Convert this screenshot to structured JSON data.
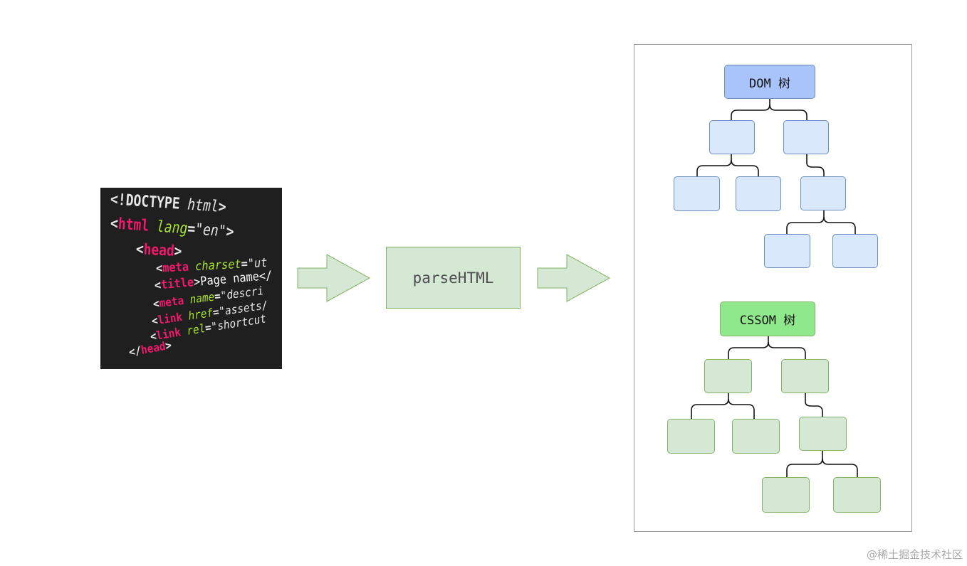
{
  "code": {
    "lines": [
      {
        "punct_open": "<!",
        "tag": "DOCTYPE",
        "attr": "",
        "eq": "",
        "str": " html",
        "text": "",
        "punct_close": ">"
      },
      {
        "punct_open": "<",
        "tag": "html",
        "attr": " lang",
        "eq": "=",
        "str": "\"en\"",
        "text": "",
        "punct_close": ">"
      },
      {
        "punct_open": "<",
        "tag": "head",
        "attr": "",
        "eq": "",
        "str": "",
        "text": "",
        "punct_close": ">"
      },
      {
        "punct_open": "<",
        "tag": "meta",
        "attr": " charset",
        "eq": "=",
        "str": "\"ut",
        "text": "",
        "punct_close": ""
      },
      {
        "punct_open": "<",
        "tag": "title",
        "attr": "",
        "eq": "",
        "str": "",
        "text": ">Page name</",
        "punct_close": ""
      },
      {
        "punct_open": "<",
        "tag": "meta",
        "attr": " name",
        "eq": "=",
        "str": "\"descri",
        "text": "",
        "punct_close": ""
      },
      {
        "punct_open": "<",
        "tag": "link",
        "attr": " href",
        "eq": "=",
        "str": "\"assets/",
        "text": "",
        "punct_close": ""
      },
      {
        "punct_open": "<",
        "tag": "link",
        "attr": " rel",
        "eq": "=",
        "str": "\"shortcut",
        "text": "",
        "punct_close": ""
      },
      {
        "punct_open": "</",
        "tag": "head",
        "attr": "",
        "eq": "",
        "str": "",
        "text": "",
        "punct_close": ">"
      }
    ]
  },
  "process": {
    "label": "parseHTML"
  },
  "trees": {
    "dom_root_label": "DOM 树",
    "cssom_root_label": "CSSOM 树"
  },
  "colors": {
    "code_background": "#1f1f1f",
    "tag": "#f0196b",
    "attr": "#a6e22e",
    "arrow_fill": "#d5e8d4",
    "arrow_stroke": "#82b366",
    "dom_root_fill": "#a9c4fb",
    "dom_node_fill": "#dae8fc",
    "dom_stroke": "#6c8ebf",
    "cssom_root_fill": "#8fe88b",
    "cssom_node_fill": "#d5e8d4",
    "cssom_stroke": "#82b366"
  },
  "watermark": "@稀土掘金技术社区"
}
